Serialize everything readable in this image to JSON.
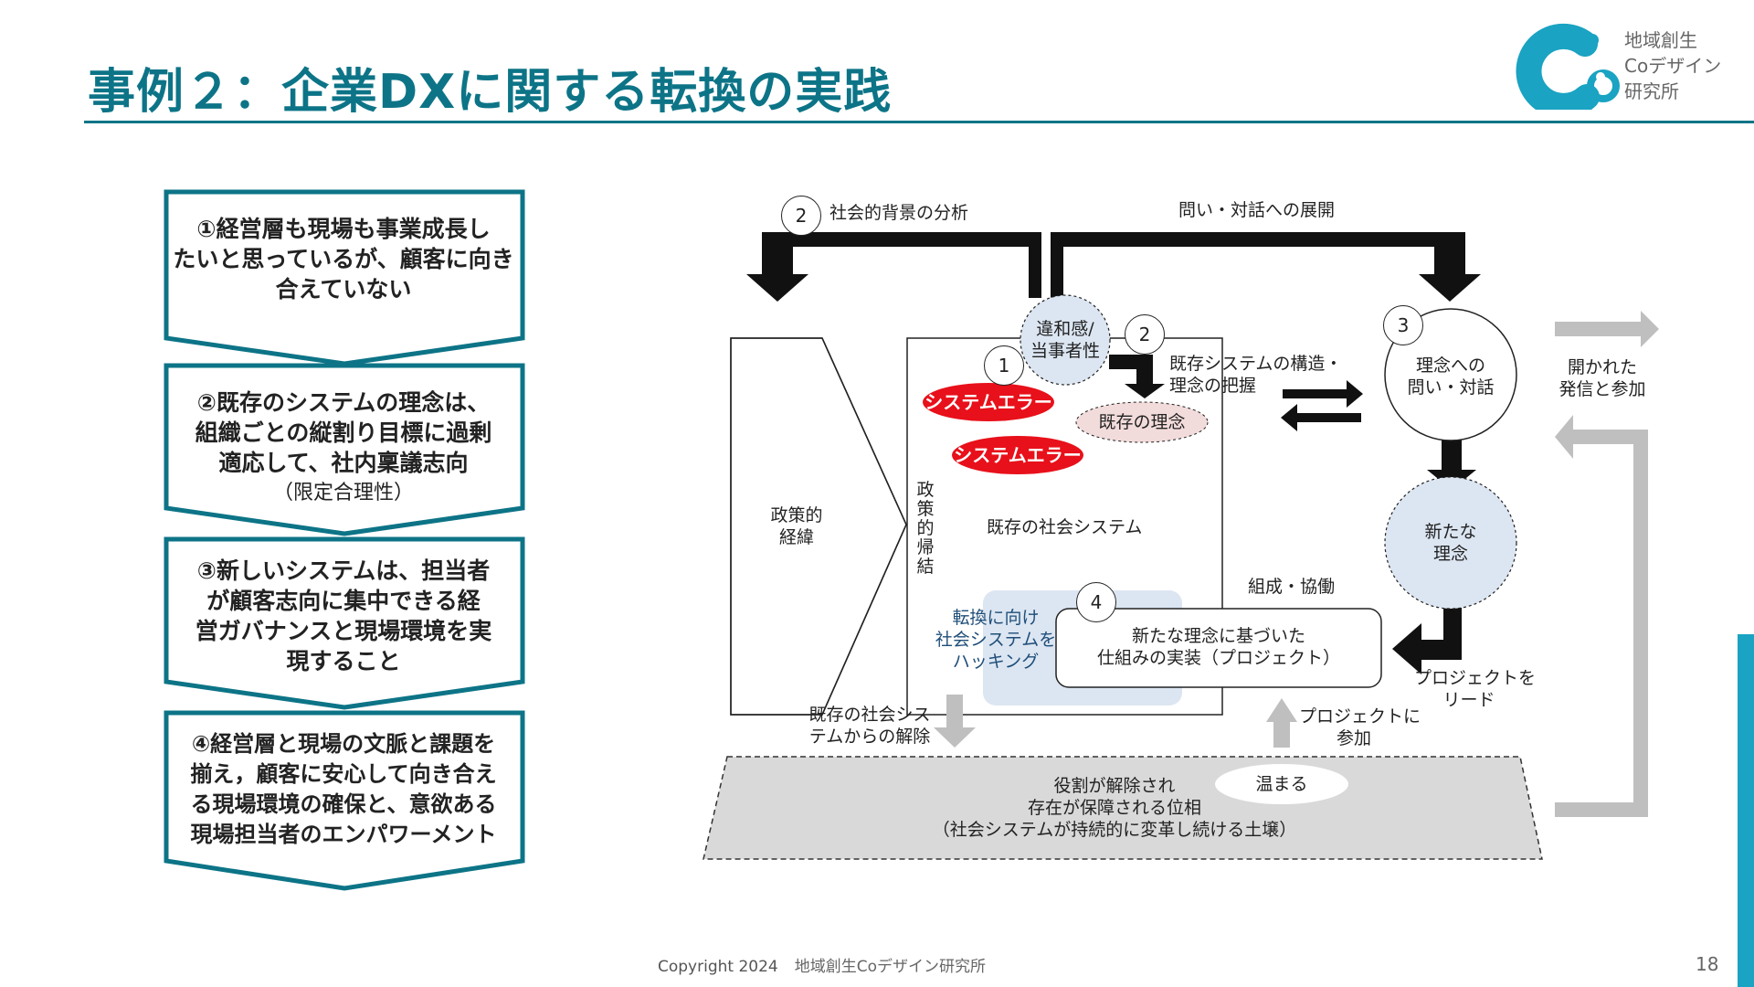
{
  "title": "事例２：企業DXに関する転換の実践",
  "logo": {
    "name_lines": [
      "地域創生",
      "Coデザイン",
      "研究所"
    ]
  },
  "steps": [
    {
      "lines": [
        "①経営層も現場も事業成長し",
        "たいと思っているが、顧客に向き",
        "合えていない"
      ]
    },
    {
      "lines": [
        "②既存のシステムの理念は、",
        "組織ごとの縦割り目標に過剰",
        "適応して、社内稟議志向"
      ],
      "sub": "（限定合理性）"
    },
    {
      "lines": [
        "③新しいシステムは、担当者",
        "が顧客志向に集中できる経",
        "営ガバナンスと現場環境を実",
        "現すること"
      ]
    },
    {
      "lines": [
        "④経営層と現場の文脈と課題を",
        "揃え，顧客に安心して向き合え",
        "る現場環境の確保と、意欲ある",
        "現場担当者のエンパワーメント"
      ]
    }
  ],
  "diagram": {
    "num2_top": "2",
    "social_background": "社会的背景の分析",
    "question_dialogue_expand": "問い・対話への展開",
    "discomfort": [
      "違和感/",
      "当事者性"
    ],
    "num1": "1",
    "num2_mid": "2",
    "structure_grasp": [
      "既存システムの構造・",
      "理念の把握"
    ],
    "num3": "3",
    "ideal_question": [
      "理念への",
      "問い・対話"
    ],
    "open_participation": [
      "開かれた",
      "発信と参加"
    ],
    "system_error_1": "システムエラー",
    "system_error_2": "システムエラー",
    "existing_ideal": "既存の理念",
    "policy_history": [
      "政策的",
      "経緯"
    ],
    "policy_result": "政策的帰結",
    "existing_social_system": "既存の社会システム",
    "new_ideal": [
      "新たな",
      "理念"
    ],
    "org_collab": "組成・協働",
    "num4": "4",
    "hacking": [
      "転換に向け",
      "社会システムを",
      "ハッキング"
    ],
    "implementation": [
      "新たな理念に基づいた",
      "仕組みの実装（プロジェクト）"
    ],
    "lead_project": [
      "プロジェクトを",
      "リード"
    ],
    "release": [
      "既存の社会シス",
      "テムからの解除"
    ],
    "join_project": [
      "プロジェクトに",
      "参加"
    ],
    "warm": "温まる",
    "base_text": [
      "役割が解除され",
      "存在が保障される位相",
      "（社会システムが持続的に変革し続ける土壌）"
    ]
  },
  "footer": {
    "copyright": "Copyright 2024",
    "org": "地域創生Coデザイン研究所"
  },
  "page_number": "18",
  "colors": {
    "brand": "#0d7487",
    "accent": "#1aa3c2",
    "error_red": "#e8101a",
    "soft_blue": "#dce6f2",
    "soft_pink": "#f2dcdb",
    "gray_arrow": "#bfbfbf",
    "base_gray": "#d9d9d9"
  }
}
